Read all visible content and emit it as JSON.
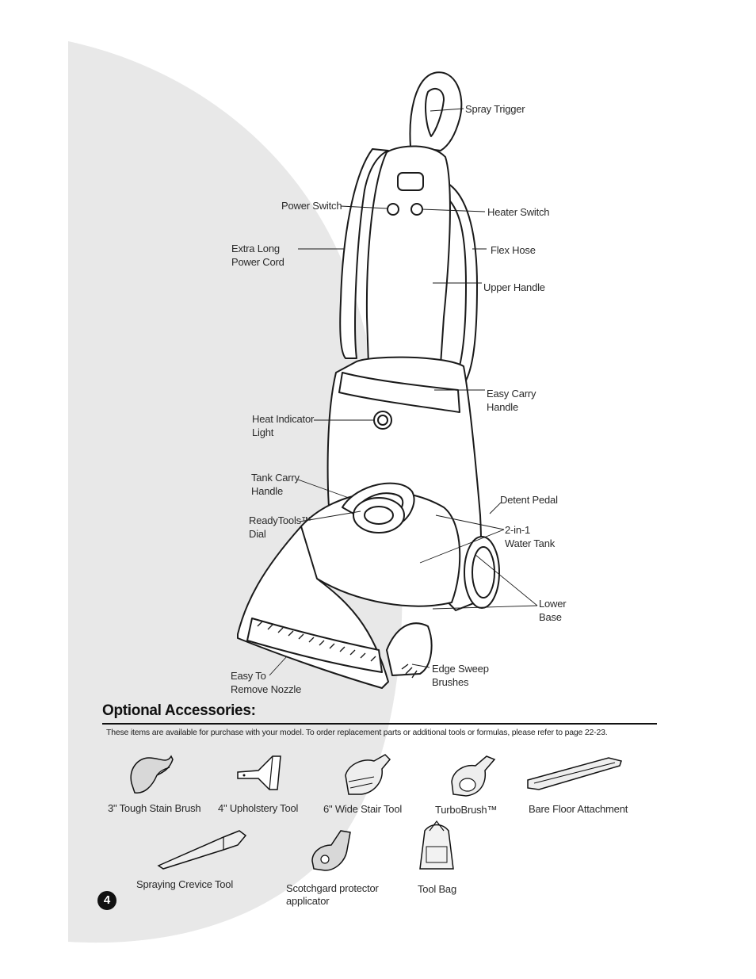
{
  "callouts": {
    "spray_trigger": "Spray Trigger",
    "power_switch": "Power Switch",
    "heater_switch": "Heater Switch",
    "power_cord_1": "Extra Long",
    "power_cord_2": "Power Cord",
    "flex_hose": "Flex Hose",
    "upper_handle": "Upper Handle",
    "easy_carry_1": "Easy Carry",
    "easy_carry_2": "Handle",
    "heat_light_1": "Heat Indicator",
    "heat_light_2": "Light",
    "tank_carry_1": "Tank Carry",
    "tank_carry_2": "Handle",
    "detent_pedal": "Detent Pedal",
    "readytools_1": "ReadyTools™",
    "readytools_2": "Dial",
    "water_tank_1": "2-in-1",
    "water_tank_2": "Water Tank",
    "lower_base_1": "Lower",
    "lower_base_2": "Base",
    "edge_sweep_1": "Edge Sweep",
    "edge_sweep_2": "Brushes",
    "nozzle_1": "Easy To",
    "nozzle_2": "Remove Nozzle"
  },
  "accessories": {
    "title": "Optional Accessories:",
    "intro": "These items are available for purchase with your model. To order replacement parts or additional tools or formulas, please refer to page 22-23.",
    "items": [
      {
        "label": "3\" Tough Stain Brush"
      },
      {
        "label": "4\" Upholstery Tool"
      },
      {
        "label": "6\" Wide Stair Tool"
      },
      {
        "label": "TurboBrush™"
      },
      {
        "label": "Bare Floor Attachment"
      },
      {
        "label": "Spraying Crevice Tool"
      },
      {
        "label_1": "Scotchgard protector",
        "label_2": "applicator"
      },
      {
        "label": "Tool Bag"
      }
    ]
  },
  "page_number": "4",
  "colors": {
    "background_swoosh": "#e8e8e8",
    "ink": "#111111"
  }
}
